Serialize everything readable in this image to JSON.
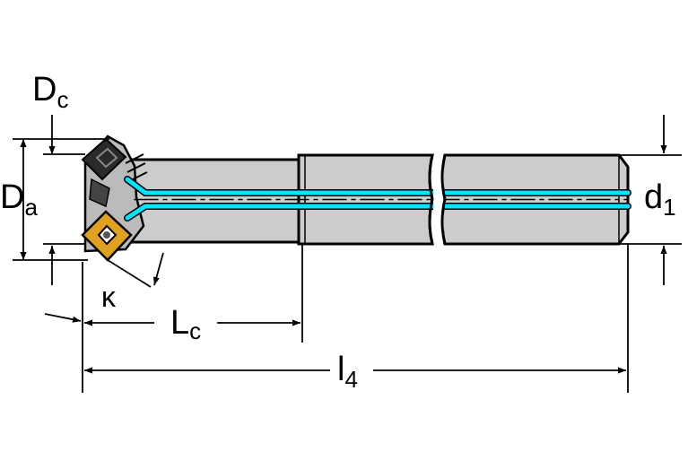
{
  "labels": {
    "dc": {
      "main": "D",
      "sub": "c"
    },
    "da": {
      "main": "D",
      "sub": "a"
    },
    "d1": {
      "main": "d",
      "sub": "1"
    },
    "kappa": {
      "main": "κ"
    },
    "lc": {
      "main": "L",
      "sub": "c"
    },
    "l4": {
      "main": "l",
      "sub": "4"
    }
  },
  "colors": {
    "body": "#cccccc",
    "outline": "#000000",
    "coolant": "#00e5ff",
    "insert": "#e0a020"
  }
}
